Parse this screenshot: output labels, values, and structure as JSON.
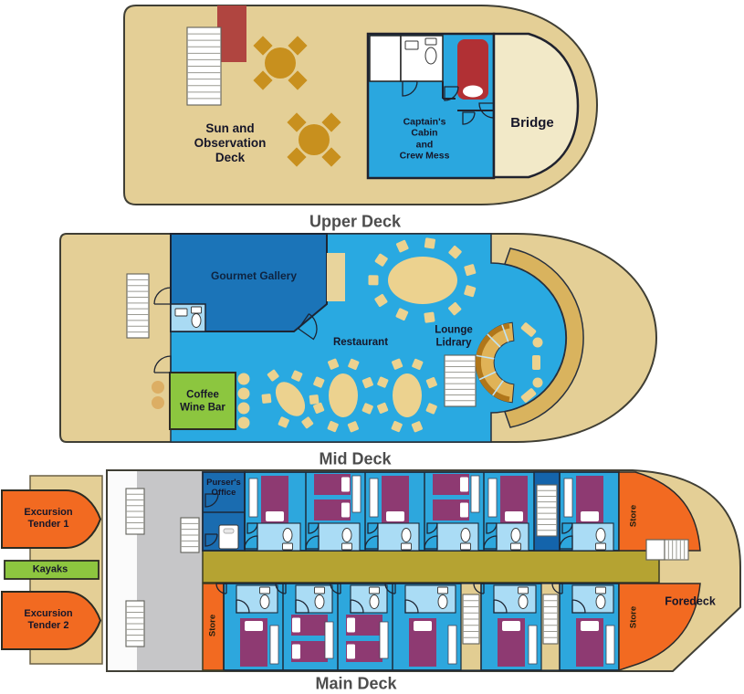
{
  "title": "Ship deck plan",
  "upper_deck": {
    "name": "Upper Deck",
    "sun_observation_label": "Sun and\nObservation\nDeck",
    "captains_cabin_label": "Captain's\nCabin\nand\nCrew Mess",
    "bridge_label": "Bridge"
  },
  "mid_deck": {
    "name": "Mid Deck",
    "gourmet_gallery_label": "Gourmet Gallery",
    "restaurant_label": "Restaurant",
    "lounge_library_label": "Lounge\nLidrary",
    "coffee_wine_bar_label": "Coffee\nWine Bar"
  },
  "main_deck": {
    "name": "Main Deck",
    "pursers_office_label": "Purser's\nOffice",
    "excursion_tender_1_label": "Excursion\nTender 1",
    "excursion_tender_2_label": "Excursion\nTender 2",
    "kayaks_label": "Kayaks",
    "store_label": "Store",
    "foredeck_label": "Foredeck"
  },
  "colors": {
    "hull_tan": "#e4cf96",
    "bridge_cream": "#f2e9c8",
    "room_blue": "#29a9e1",
    "dark_blue": "#1b74b8",
    "stairwell_blue": "#1464ab",
    "bathroom_blue": "#aadcf5",
    "bed_purple": "#8e3a72",
    "bed_red": "#b13034",
    "furniture_gold": "#c8901e",
    "table_tan": "#ecd28f",
    "corridor_olive": "#b5a332",
    "kayak_green": "#8dc63f",
    "tender_orange": "#f26a21",
    "platform_gray": "#c6c6c8"
  }
}
